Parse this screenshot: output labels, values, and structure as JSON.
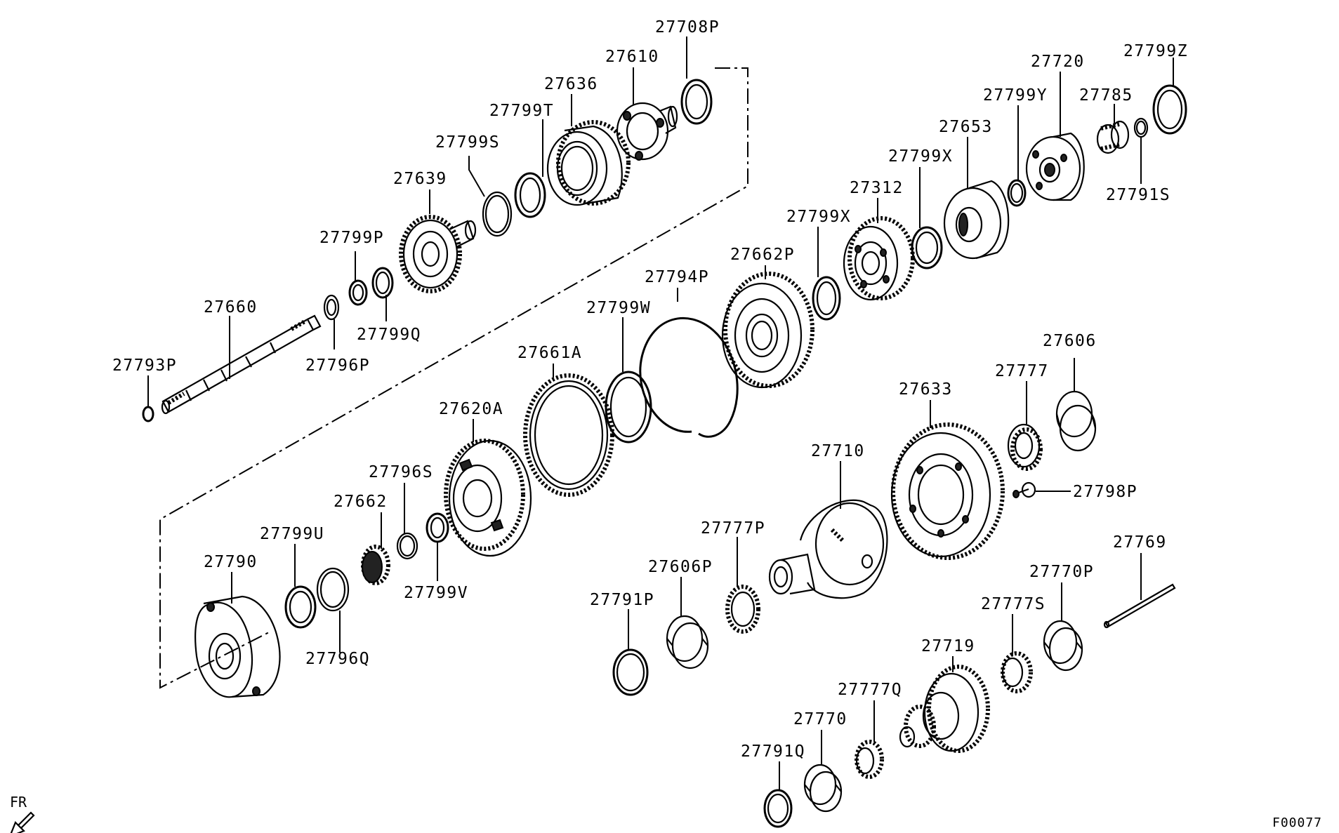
{
  "diagram": {
    "labels": {
      "p27708P": "27708P",
      "p27610": "27610",
      "p27636": "27636",
      "p27799T": "27799T",
      "p27799S": "27799S",
      "p27639": "27639",
      "p27799P": "27799P",
      "p27660": "27660",
      "p27799Q": "27799Q",
      "p27796P": "27796P",
      "p27793P": "27793P",
      "p27720": "27720",
      "p27799Z": "27799Z",
      "p27799Y": "27799Y",
      "p27785": "27785",
      "p27653": "27653",
      "p27791S": "27791S",
      "p27799X_upper": "27799X",
      "p27312": "27312",
      "p27799X_lower": "27799X",
      "p27662P": "27662P",
      "p27794P": "27794P",
      "p27799W": "27799W",
      "p27661A": "27661A",
      "p27620A": "27620A",
      "p27796S": "27796S",
      "p27662": "27662",
      "p27799U": "27799U",
      "p27790": "27790",
      "p27799V": "27799V",
      "p27796Q": "27796Q",
      "p27606": "27606",
      "p27777": "27777",
      "p27633": "27633",
      "p27710": "27710",
      "p27798P": "27798P",
      "p27777P": "27777P",
      "p27606P": "27606P",
      "p27791P": "27791P",
      "p27769": "27769",
      "p27770P": "27770P",
      "p27777S": "27777S",
      "p27719": "27719",
      "p27777Q": "27777Q",
      "p27770": "27770",
      "p27791Q": "27791Q"
    },
    "direction_label": "FR",
    "figure_code": "F00077"
  }
}
